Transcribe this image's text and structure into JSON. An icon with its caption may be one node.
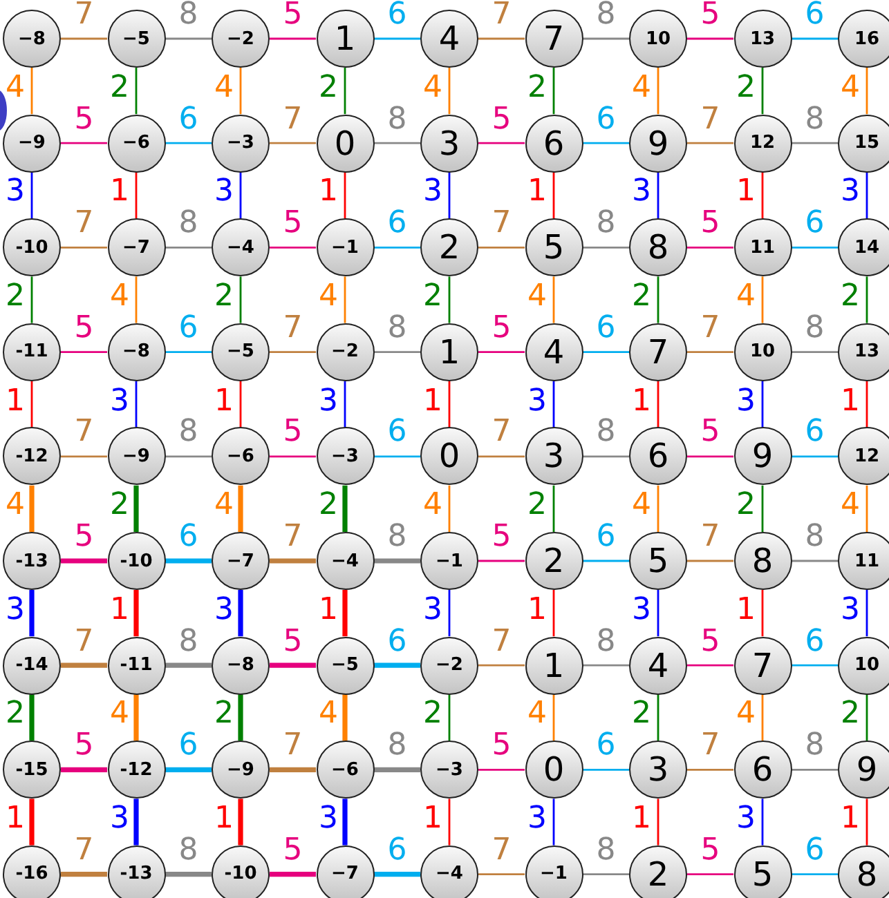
{
  "diagram": {
    "nodes": [
      {
        "text": [
          "−8"
        ]
      },
      {
        "text": [
          "−5"
        ]
      },
      {
        "text": [
          "−2"
        ]
      },
      {
        "text": [
          "1"
        ]
      },
      {
        "text": [
          "4"
        ]
      },
      {
        "text": [
          "7"
        ]
      },
      {
        "text": [
          "10"
        ]
      },
      {
        "text": [
          "13"
        ]
      },
      {
        "text": [
          "16"
        ]
      },
      {
        "text": [
          "−9"
        ]
      },
      {
        "text": [
          "−6"
        ]
      },
      {
        "text": [
          "−3"
        ]
      },
      {
        "text": [
          "0"
        ]
      },
      {
        "text": [
          "3"
        ]
      },
      {
        "text": [
          "6"
        ]
      },
      {
        "text": [
          "9"
        ]
      },
      {
        "text": [
          "12"
        ]
      },
      {
        "text": [
          "15"
        ]
      },
      {
        "text": [
          "-10"
        ]
      },
      {
        "text": [
          "−7"
        ]
      },
      {
        "text": [
          "−4"
        ]
      },
      {
        "text": [
          "−1"
        ]
      },
      {
        "text": [
          "2"
        ]
      },
      {
        "text": [
          "5"
        ]
      },
      {
        "text": [
          "8"
        ]
      },
      {
        "text": [
          "11"
        ]
      },
      {
        "text": [
          "14"
        ]
      },
      {
        "text": [
          "-11"
        ]
      },
      {
        "text": [
          "−8"
        ]
      },
      {
        "text": [
          "−5"
        ]
      },
      {
        "text": [
          "−2"
        ]
      },
      {
        "text": [
          "1"
        ]
      },
      {
        "text": [
          "4"
        ]
      },
      {
        "text": [
          "7"
        ]
      },
      {
        "text": [
          "10"
        ]
      },
      {
        "text": [
          "13"
        ]
      },
      {
        "text": [
          "-12"
        ]
      },
      {
        "text": [
          "−9"
        ]
      },
      {
        "text": [
          "−6"
        ]
      },
      {
        "text": [
          "−3"
        ]
      },
      {
        "text": [
          "0"
        ]
      },
      {
        "text": [
          "3"
        ]
      },
      {
        "text": [
          "6"
        ]
      },
      {
        "text": [
          "9"
        ]
      },
      {
        "text": [
          "12"
        ]
      },
      {
        "text": [
          "-13"
        ]
      },
      {
        "text": [
          "-10"
        ]
      },
      {
        "text": [
          "−7"
        ]
      },
      {
        "text": [
          "−4"
        ]
      },
      {
        "text": [
          "−1"
        ]
      },
      {
        "text": [
          "2"
        ]
      },
      {
        "text": [
          "5"
        ]
      },
      {
        "text": [
          "8"
        ]
      },
      {
        "text": [
          "11"
        ]
      },
      {
        "text": [
          "-14"
        ]
      },
      {
        "text": [
          "-11"
        ]
      },
      {
        "text": [
          "−8"
        ]
      },
      {
        "text": [
          "−5"
        ]
      },
      {
        "text": [
          "−2"
        ]
      },
      {
        "text": [
          "1"
        ]
      },
      {
        "text": [
          "4"
        ]
      },
      {
        "text": [
          "7"
        ]
      },
      {
        "text": [
          "10"
        ]
      },
      {
        "text": [
          "-15"
        ]
      },
      {
        "text": [
          "-12"
        ]
      },
      {
        "text": [
          "−9"
        ]
      },
      {
        "text": [
          "−6"
        ]
      },
      {
        "text": [
          "−3"
        ]
      },
      {
        "text": [
          "0"
        ]
      },
      {
        "text": [
          "3"
        ]
      },
      {
        "text": [
          "6"
        ]
      },
      {
        "text": [
          "9"
        ]
      },
      {
        "text": [
          "-16"
        ]
      },
      {
        "text": [
          "-13"
        ]
      },
      {
        "text": [
          "-10"
        ]
      },
      {
        "text": [
          "−7"
        ]
      },
      {
        "text": [
          "−4"
        ]
      },
      {
        "text": [
          "−1"
        ]
      },
      {
        "text": [
          "2"
        ]
      },
      {
        "text": [
          "5"
        ]
      },
      {
        "text": [
          "8"
        ]
      }
    ],
    "edges": [
      {
        "from": 0,
        "to": 1,
        "arrow": "none",
        "label": "7",
        "color": "#c0803f"
      },
      {
        "from": 1,
        "to": 2,
        "arrow": "none",
        "label": "8",
        "color": "#888888"
      },
      {
        "from": 2,
        "to": 3,
        "arrow": "none",
        "label": "5",
        "color": "#e6007e"
      },
      {
        "from": 3,
        "to": 4,
        "arrow": "none",
        "label": "6",
        "color": "#00aeef"
      },
      {
        "from": 4,
        "to": 5,
        "arrow": "none",
        "label": "7",
        "color": "#c0803f"
      },
      {
        "from": 5,
        "to": 6,
        "arrow": "none",
        "label": "8",
        "color": "#888888"
      },
      {
        "from": 6,
        "to": 7,
        "arrow": "none",
        "label": "5",
        "color": "#e6007e"
      },
      {
        "from": 7,
        "to": 8,
        "arrow": "none",
        "label": "6",
        "color": "#00aeef"
      },
      {
        "from": 0,
        "to": 9,
        "arrow": "none",
        "label": "4",
        "color": "#ff8000"
      },
      {
        "from": 1,
        "to": 10,
        "arrow": "none",
        "label": "2",
        "color": "#008000"
      },
      {
        "from": 2,
        "to": 11,
        "arrow": "none",
        "label": "4",
        "color": "#ff8000"
      },
      {
        "from": 3,
        "to": 12,
        "arrow": "none",
        "label": "2",
        "color": "#008000"
      },
      {
        "from": 4,
        "to": 13,
        "arrow": "none",
        "label": "4",
        "color": "#ff8000"
      },
      {
        "from": 5,
        "to": 14,
        "arrow": "none",
        "label": "2",
        "color": "#008000"
      },
      {
        "from": 6,
        "to": 15,
        "arrow": "none",
        "label": "4",
        "color": "#ff8000"
      },
      {
        "from": 7,
        "to": 16,
        "arrow": "none",
        "label": "2",
        "color": "#008000"
      },
      {
        "from": 8,
        "to": 17,
        "arrow": "none",
        "label": "4",
        "color": "#ff8000"
      },
      {
        "from": 9,
        "to": 10,
        "arrow": "none",
        "label": "5",
        "color": "#e6007e"
      },
      {
        "from": 10,
        "to": 11,
        "arrow": "none",
        "label": "6",
        "color": "#00aeef"
      },
      {
        "from": 11,
        "to": 12,
        "arrow": "none",
        "label": "7",
        "color": "#c0803f"
      },
      {
        "from": 12,
        "to": 13,
        "arrow": "none",
        "label": "8",
        "color": "#888888"
      },
      {
        "from": 13,
        "to": 14,
        "arrow": "none",
        "label": "5",
        "color": "#e6007e"
      },
      {
        "from": 14,
        "to": 15,
        "arrow": "none",
        "label": "6",
        "color": "#00aeef"
      },
      {
        "from": 15,
        "to": 16,
        "arrow": "none",
        "label": "7",
        "color": "#c0803f"
      },
      {
        "from": 16,
        "to": 17,
        "arrow": "none",
        "label": "8",
        "color": "#888888"
      },
      {
        "from": 9,
        "to": 18,
        "arrow": "none",
        "label": "3",
        "color": "#0000ff"
      },
      {
        "from": 10,
        "to": 19,
        "arrow": "none",
        "label": "1",
        "color": "#ff0000"
      },
      {
        "from": 11,
        "to": 20,
        "arrow": "none",
        "label": "3",
        "color": "#0000ff"
      },
      {
        "from": 12,
        "to": 21,
        "arrow": "none",
        "label": "1",
        "color": "#ff0000"
      },
      {
        "from": 13,
        "to": 22,
        "arrow": "none",
        "label": "3",
        "color": "#0000ff"
      },
      {
        "from": 14,
        "to": 23,
        "arrow": "none",
        "label": "1",
        "color": "#ff0000"
      },
      {
        "from": 15,
        "to": 24,
        "arrow": "none",
        "label": "3",
        "color": "#0000ff"
      },
      {
        "from": 16,
        "to": 25,
        "arrow": "none",
        "label": "1",
        "color": "#ff0000"
      },
      {
        "from": 17,
        "to": 26,
        "arrow": "none",
        "label": "3",
        "color": "#0000ff"
      },
      {
        "from": 18,
        "to": 19,
        "arrow": "none",
        "label": "7",
        "color": "#c0803f"
      },
      {
        "from": 19,
        "to": 20,
        "arrow": "none",
        "label": "8",
        "color": "#888888"
      },
      {
        "from": 20,
        "to": 21,
        "arrow": "none",
        "label": "5",
        "color": "#e6007e"
      },
      {
        "from": 21,
        "to": 22,
        "arrow": "none",
        "label": "6",
        "color": "#00aeef"
      },
      {
        "from": 22,
        "to": 23,
        "arrow": "none",
        "label": "7",
        "color": "#c0803f"
      },
      {
        "from": 23,
        "to": 24,
        "arrow": "none",
        "label": "8",
        "color": "#888888"
      },
      {
        "from": 24,
        "to": 25,
        "arrow": "none",
        "label": "5",
        "color": "#e6007e"
      },
      {
        "from": 25,
        "to": 26,
        "arrow": "none",
        "label": "6",
        "color": "#00aeef"
      },
      {
        "from": 18,
        "to": 27,
        "arrow": "none",
        "label": "2",
        "color": "#008000"
      },
      {
        "from": 19,
        "to": 28,
        "arrow": "none",
        "label": "4",
        "color": "#ff8000"
      },
      {
        "from": 20,
        "to": 29,
        "arrow": "none",
        "label": "2",
        "color": "#008000"
      },
      {
        "from": 21,
        "to": 30,
        "arrow": "none",
        "label": "4",
        "color": "#ff8000"
      },
      {
        "from": 22,
        "to": 31,
        "arrow": "none",
        "label": "2",
        "color": "#008000"
      },
      {
        "from": 23,
        "to": 32,
        "arrow": "none",
        "label": "4",
        "color": "#ff8000"
      },
      {
        "from": 24,
        "to": 33,
        "arrow": "none",
        "label": "2",
        "color": "#008000"
      },
      {
        "from": 25,
        "to": 34,
        "arrow": "none",
        "label": "4",
        "color": "#ff8000"
      },
      {
        "from": 26,
        "to": 35,
        "arrow": "none",
        "label": "2",
        "color": "#008000"
      },
      {
        "from": 27,
        "to": 28,
        "arrow": "none",
        "label": "5",
        "color": "#e6007e"
      },
      {
        "from": 28,
        "to": 29,
        "arrow": "none",
        "label": "6",
        "color": "#00aeef"
      },
      {
        "from": 29,
        "to": 30,
        "arrow": "none",
        "label": "7",
        "color": "#c0803f"
      },
      {
        "from": 30,
        "to": 31,
        "arrow": "none",
        "label": "8",
        "color": "#888888"
      },
      {
        "from": 31,
        "to": 32,
        "arrow": "none",
        "label": "5",
        "color": "#e6007e"
      },
      {
        "from": 32,
        "to": 33,
        "arrow": "none",
        "label": "6",
        "color": "#00aeef"
      },
      {
        "from": 33,
        "to": 34,
        "arrow": "none",
        "label": "7",
        "color": "#c0803f"
      },
      {
        "from": 34,
        "to": 35,
        "arrow": "none",
        "label": "8",
        "color": "#888888"
      },
      {
        "from": 27,
        "to": 36,
        "arrow": "none",
        "label": "1",
        "color": "#ff0000"
      },
      {
        "from": 28,
        "to": 37,
        "arrow": "none",
        "label": "3",
        "color": "#0000ff"
      },
      {
        "from": 29,
        "to": 38,
        "arrow": "none",
        "label": "1",
        "color": "#ff0000"
      },
      {
        "from": 30,
        "to": 39,
        "arrow": "none",
        "label": "3",
        "color": "#0000ff"
      },
      {
        "from": 31,
        "to": 40,
        "arrow": "none",
        "label": "1",
        "color": "#ff0000"
      },
      {
        "from": 32,
        "to": 41,
        "arrow": "none",
        "label": "3",
        "color": "#0000ff"
      },
      {
        "from": 33,
        "to": 42,
        "arrow": "none",
        "label": "1",
        "color": "#ff0000"
      },
      {
        "from": 34,
        "to": 43,
        "arrow": "none",
        "label": "3",
        "color": "#0000ff"
      },
      {
        "from": 35,
        "to": 44,
        "arrow": "none",
        "label": "1",
        "color": "#ff0000"
      },
      {
        "from": 36,
        "to": 37,
        "arrow": "none",
        "label": "7",
        "color": "#c0803f"
      },
      {
        "from": 37,
        "to": 38,
        "arrow": "none",
        "label": "8",
        "color": "#888888"
      },
      {
        "from": 38,
        "to": 39,
        "arrow": "none",
        "label": "5",
        "color": "#e6007e"
      },
      {
        "from": 39,
        "to": 40,
        "arrow": "none",
        "label": "6",
        "color": "#00aeef"
      },
      {
        "from": 40,
        "to": 41,
        "arrow": "none",
        "label": "7",
        "color": "#c0803f"
      },
      {
        "from": 41,
        "to": 42,
        "arrow": "none",
        "label": "8",
        "color": "#888888"
      },
      {
        "from": 42,
        "to": 43,
        "arrow": "none",
        "label": "5",
        "color": "#e6007e"
      },
      {
        "from": 43,
        "to": 44,
        "arrow": "none",
        "label": "6",
        "color": "#00aeef"
      },
      {
        "from": 36,
        "to": 45,
        "arrow": "none",
        "label": "4",
        "color": "#ff8000",
        "style": "thick"
      },
      {
        "from": 37,
        "to": 46,
        "arrow": "none",
        "label": "2",
        "color": "#008000",
        "style": "thick"
      },
      {
        "from": 38,
        "to": 47,
        "arrow": "none",
        "label": "4",
        "color": "#ff8000",
        "style": "thick"
      },
      {
        "from": 39,
        "to": 48,
        "arrow": "none",
        "label": "2",
        "color": "#008000",
        "style": "thick"
      },
      {
        "from": 40,
        "to": 49,
        "arrow": "none",
        "label": "4",
        "color": "#ff8000"
      },
      {
        "from": 41,
        "to": 50,
        "arrow": "none",
        "label": "2",
        "color": "#008000"
      },
      {
        "from": 42,
        "to": 51,
        "arrow": "none",
        "label": "4",
        "color": "#ff8000"
      },
      {
        "from": 43,
        "to": 52,
        "arrow": "none",
        "label": "2",
        "color": "#008000"
      },
      {
        "from": 44,
        "to": 53,
        "arrow": "none",
        "label": "4",
        "color": "#ff8000"
      },
      {
        "from": 45,
        "to": 46,
        "arrow": "none",
        "label": "5",
        "color": "#e6007e",
        "style": "thick"
      },
      {
        "from": 46,
        "to": 47,
        "arrow": "none",
        "label": "6",
        "color": "#00aeef",
        "style": "thick"
      },
      {
        "from": 47,
        "to": 48,
        "arrow": "none",
        "label": "7",
        "color": "#c0803f",
        "style": "thick"
      },
      {
        "from": 48,
        "to": 49,
        "arrow": "none",
        "label": "8",
        "color": "#888888",
        "style": "thick"
      },
      {
        "from": 49,
        "to": 50,
        "arrow": "none",
        "label": "5",
        "color": "#e6007e"
      },
      {
        "from": 50,
        "to": 51,
        "arrow": "none",
        "label": "6",
        "color": "#00aeef"
      },
      {
        "from": 51,
        "to": 52,
        "arrow": "none",
        "label": "7",
        "color": "#c0803f"
      },
      {
        "from": 52,
        "to": 53,
        "arrow": "none",
        "label": "8",
        "color": "#888888"
      },
      {
        "from": 45,
        "to": 54,
        "arrow": "none",
        "label": "3",
        "color": "#0000ff",
        "style": "thick"
      },
      {
        "from": 46,
        "to": 55,
        "arrow": "none",
        "label": "1",
        "color": "#ff0000",
        "style": "thick"
      },
      {
        "from": 47,
        "to": 56,
        "arrow": "none",
        "label": "3",
        "color": "#0000ff",
        "style": "thick"
      },
      {
        "from": 48,
        "to": 57,
        "arrow": "none",
        "label": "1",
        "color": "#ff0000",
        "style": "thick"
      },
      {
        "from": 49,
        "to": 58,
        "arrow": "none",
        "label": "3",
        "color": "#0000ff"
      },
      {
        "from": 50,
        "to": 59,
        "arrow": "none",
        "label": "1",
        "color": "#ff0000"
      },
      {
        "from": 51,
        "to": 60,
        "arrow": "none",
        "label": "3",
        "color": "#0000ff"
      },
      {
        "from": 52,
        "to": 61,
        "arrow": "none",
        "label": "1",
        "color": "#ff0000"
      },
      {
        "from": 53,
        "to": 62,
        "arrow": "none",
        "label": "3",
        "color": "#0000ff"
      },
      {
        "from": 54,
        "to": 55,
        "arrow": "none",
        "label": "7",
        "color": "#c0803f",
        "style": "thick"
      },
      {
        "from": 55,
        "to": 56,
        "arrow": "none",
        "label": "8",
        "color": "#888888",
        "style": "thick"
      },
      {
        "from": 56,
        "to": 57,
        "arrow": "none",
        "label": "5",
        "color": "#e6007e",
        "style": "thick"
      },
      {
        "from": 57,
        "to": 58,
        "arrow": "none",
        "label": "6",
        "color": "#00aeef",
        "style": "thick"
      },
      {
        "from": 58,
        "to": 59,
        "arrow": "none",
        "label": "7",
        "color": "#c0803f"
      },
      {
        "from": 59,
        "to": 60,
        "arrow": "none",
        "label": "8",
        "color": "#888888"
      },
      {
        "from": 60,
        "to": 61,
        "arrow": "none",
        "label": "5",
        "color": "#e6007e"
      },
      {
        "from": 61,
        "to": 62,
        "arrow": "none",
        "label": "6",
        "color": "#00aeef"
      },
      {
        "from": 54,
        "to": 63,
        "arrow": "none",
        "label": "2",
        "color": "#008000",
        "style": "thick"
      },
      {
        "from": 55,
        "to": 64,
        "arrow": "none",
        "label": "4",
        "color": "#ff8000",
        "style": "thick"
      },
      {
        "from": 56,
        "to": 65,
        "arrow": "none",
        "label": "2",
        "color": "#008000",
        "style": "thick"
      },
      {
        "from": 57,
        "to": 66,
        "arrow": "none",
        "label": "4",
        "color": "#ff8000",
        "style": "thick"
      },
      {
        "from": 58,
        "to": 67,
        "arrow": "none",
        "label": "2",
        "color": "#008000"
      },
      {
        "from": 59,
        "to": 68,
        "arrow": "none",
        "label": "4",
        "color": "#ff8000"
      },
      {
        "from": 60,
        "to": 69,
        "arrow": "none",
        "label": "2",
        "color": "#008000"
      },
      {
        "from": 61,
        "to": 70,
        "arrow": "none",
        "label": "4",
        "color": "#ff8000"
      },
      {
        "from": 62,
        "to": 71,
        "arrow": "none",
        "label": "2",
        "color": "#008000"
      },
      {
        "from": 63,
        "to": 64,
        "arrow": "none",
        "label": "5",
        "color": "#e6007e",
        "style": "thick"
      },
      {
        "from": 64,
        "to": 65,
        "arrow": "none",
        "label": "6",
        "color": "#00aeef",
        "style": "thick"
      },
      {
        "from": 65,
        "to": 66,
        "arrow": "none",
        "label": "7",
        "color": "#c0803f",
        "style": "thick"
      },
      {
        "from": 66,
        "to": 67,
        "arrow": "none",
        "label": "8",
        "color": "#888888",
        "style": "thick"
      },
      {
        "from": 67,
        "to": 68,
        "arrow": "none",
        "label": "5",
        "color": "#e6007e"
      },
      {
        "from": 68,
        "to": 69,
        "arrow": "none",
        "label": "6",
        "color": "#00aeef"
      },
      {
        "from": 69,
        "to": 70,
        "arrow": "none",
        "label": "7",
        "color": "#c0803f"
      },
      {
        "from": 70,
        "to": 71,
        "arrow": "none",
        "label": "8",
        "color": "#888888"
      },
      {
        "from": 63,
        "to": 72,
        "arrow": "none",
        "label": "1",
        "color": "#ff0000",
        "style": "thick"
      },
      {
        "from": 64,
        "to": 73,
        "arrow": "none",
        "label": "3",
        "color": "#0000ff",
        "style": "thick"
      },
      {
        "from": 65,
        "to": 74,
        "arrow": "none",
        "label": "1",
        "color": "#ff0000",
        "style": "thick"
      },
      {
        "from": 66,
        "to": 75,
        "arrow": "none",
        "label": "3",
        "color": "#0000ff",
        "style": "thick"
      },
      {
        "from": 67,
        "to": 76,
        "arrow": "none",
        "label": "1",
        "color": "#ff0000"
      },
      {
        "from": 68,
        "to": 77,
        "arrow": "none",
        "label": "3",
        "color": "#0000ff"
      },
      {
        "from": 69,
        "to": 78,
        "arrow": "none",
        "label": "1",
        "color": "#ff0000"
      },
      {
        "from": 70,
        "to": 79,
        "arrow": "none",
        "label": "3",
        "color": "#0000ff"
      },
      {
        "from": 71,
        "to": 80,
        "arrow": "none",
        "label": "1",
        "color": "#ff0000"
      },
      {
        "from": 72,
        "to": 73,
        "arrow": "none",
        "label": "7",
        "color": "#c0803f",
        "style": "thick"
      },
      {
        "from": 73,
        "to": 74,
        "arrow": "none",
        "label": "8",
        "color": "#888888",
        "style": "thick"
      },
      {
        "from": 74,
        "to": 75,
        "arrow": "none",
        "label": "5",
        "color": "#e6007e",
        "style": "thick"
      },
      {
        "from": 75,
        "to": 76,
        "arrow": "none",
        "label": "6",
        "color": "#00aeef",
        "style": "thick"
      },
      {
        "from": 76,
        "to": 77,
        "arrow": "none",
        "label": "7",
        "color": "#c0803f"
      },
      {
        "from": 77,
        "to": 78,
        "arrow": "none",
        "label": "8",
        "color": "#888888"
      },
      {
        "from": 78,
        "to": 79,
        "arrow": "none",
        "label": "5",
        "color": "#e6007e"
      },
      {
        "from": 79,
        "to": 80,
        "arrow": "none",
        "label": "6",
        "color": "#00aeef"
      }
    ]
  }
}
